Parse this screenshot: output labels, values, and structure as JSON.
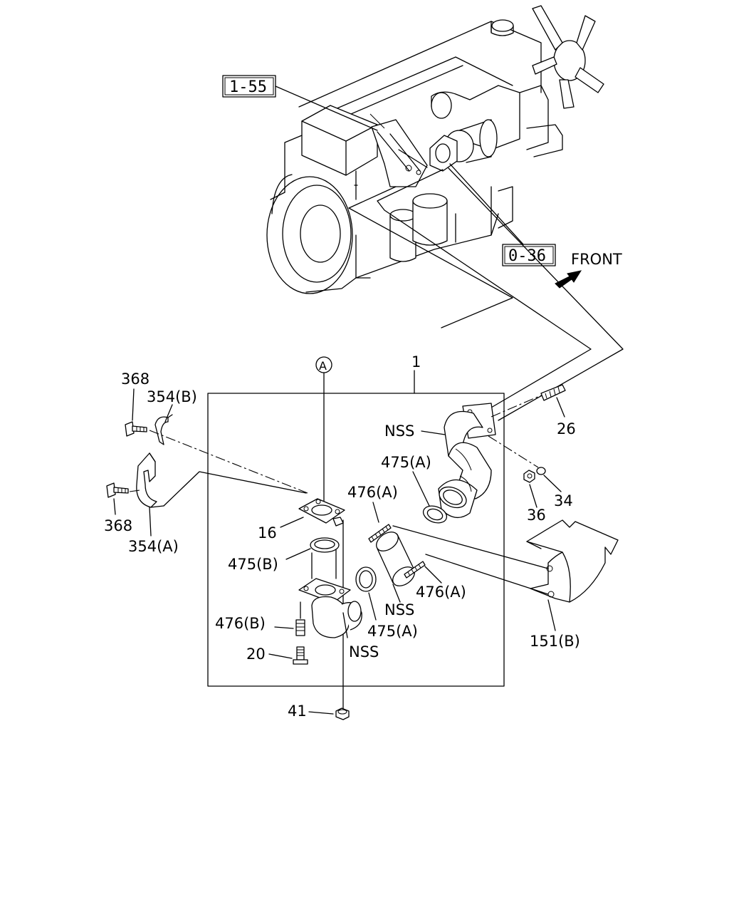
{
  "labels": {
    "ref_1_55": "1-55",
    "ref_0_36": "0-36",
    "front": "FRONT",
    "callout_a": "A",
    "p1": "1",
    "p368_top": "368",
    "p354b": "354(B)",
    "p368_bottom": "368",
    "p354a": "354(A)",
    "nss_upper": "NSS",
    "p26": "26",
    "p475a_upper": "475(A)",
    "p34": "34",
    "p36": "36",
    "p476a_left": "476(A)",
    "p16": "16",
    "p475b": "475(B)",
    "p476a_right": "476(A)",
    "nss_mid": "NSS",
    "p475a_lower": "475(A)",
    "p151b": "151(B)",
    "p476b": "476(B)",
    "nss_lower": "NSS",
    "p20": "20",
    "p41": "41"
  }
}
